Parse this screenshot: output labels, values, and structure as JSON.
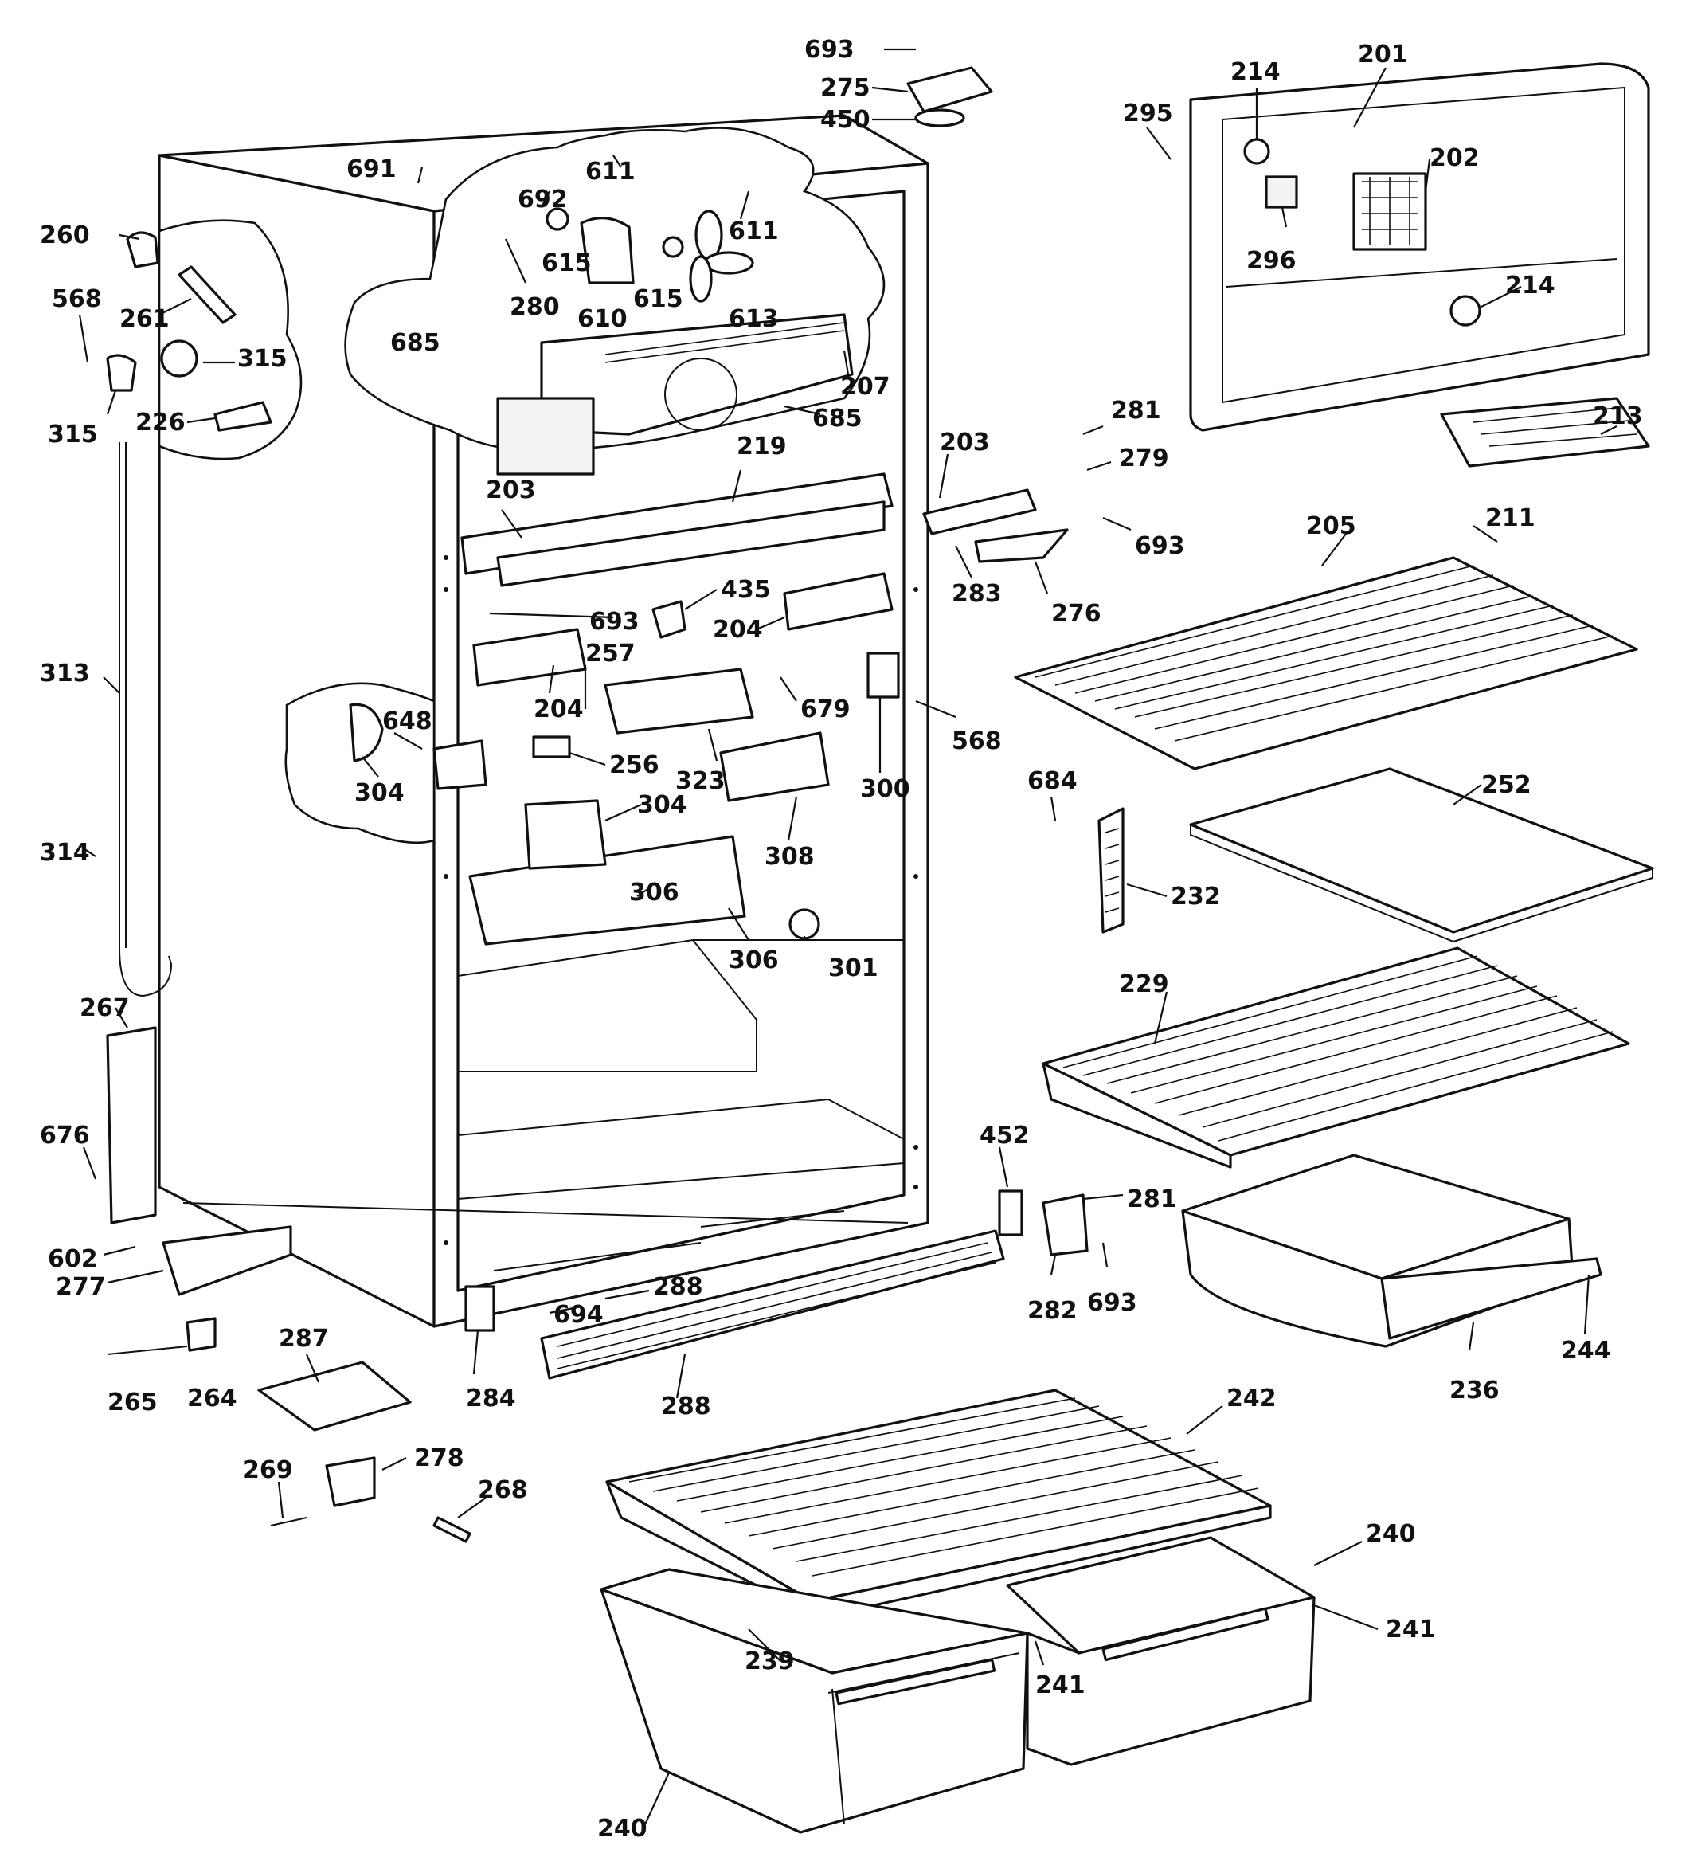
{
  "callouts": [
    {
      "id": "c693a",
      "text": "693"
    },
    {
      "id": "c275",
      "text": "275"
    },
    {
      "id": "c450",
      "text": "450"
    },
    {
      "id": "c214a",
      "text": "214"
    },
    {
      "id": "c201",
      "text": "201"
    },
    {
      "id": "c295",
      "text": "295"
    },
    {
      "id": "c202",
      "text": "202"
    },
    {
      "id": "c296",
      "text": "296"
    },
    {
      "id": "c214b",
      "text": "214"
    },
    {
      "id": "c213",
      "text": "213"
    },
    {
      "id": "c691",
      "text": "691"
    },
    {
      "id": "c692",
      "text": "692"
    },
    {
      "id": "c611a",
      "text": "611"
    },
    {
      "id": "c611b",
      "text": "611"
    },
    {
      "id": "c615a",
      "text": "615"
    },
    {
      "id": "c615b",
      "text": "615"
    },
    {
      "id": "c610",
      "text": "610"
    },
    {
      "id": "c613",
      "text": "613"
    },
    {
      "id": "c280",
      "text": "280"
    },
    {
      "id": "c685a",
      "text": "685"
    },
    {
      "id": "c207",
      "text": "207"
    },
    {
      "id": "c685b",
      "text": "685"
    },
    {
      "id": "c260",
      "text": "260"
    },
    {
      "id": "c261",
      "text": "261"
    },
    {
      "id": "c568a",
      "text": "568"
    },
    {
      "id": "c315a",
      "text": "315"
    },
    {
      "id": "c315b",
      "text": "315"
    },
    {
      "id": "c226",
      "text": "226"
    },
    {
      "id": "c281a",
      "text": "281"
    },
    {
      "id": "c279",
      "text": "279"
    },
    {
      "id": "c203a",
      "text": "203"
    },
    {
      "id": "c219",
      "text": "219"
    },
    {
      "id": "c203b",
      "text": "203"
    },
    {
      "id": "c693b",
      "text": "693"
    },
    {
      "id": "c205",
      "text": "205"
    },
    {
      "id": "c211",
      "text": "211"
    },
    {
      "id": "c283",
      "text": "283"
    },
    {
      "id": "c276",
      "text": "276"
    },
    {
      "id": "c435",
      "text": "435"
    },
    {
      "id": "c693c",
      "text": "693"
    },
    {
      "id": "c204a",
      "text": "204"
    },
    {
      "id": "c257",
      "text": "257"
    },
    {
      "id": "c313",
      "text": "313"
    },
    {
      "id": "c648",
      "text": "648"
    },
    {
      "id": "c204b",
      "text": "204"
    },
    {
      "id": "c679",
      "text": "679"
    },
    {
      "id": "c568b",
      "text": "568"
    },
    {
      "id": "c256",
      "text": "256"
    },
    {
      "id": "c323",
      "text": "323"
    },
    {
      "id": "c300",
      "text": "300"
    },
    {
      "id": "c684",
      "text": "684"
    },
    {
      "id": "c252",
      "text": "252"
    },
    {
      "id": "c304a",
      "text": "304"
    },
    {
      "id": "c304b",
      "text": "304"
    },
    {
      "id": "c308",
      "text": "308"
    },
    {
      "id": "c314",
      "text": "314"
    },
    {
      "id": "c232",
      "text": "232"
    },
    {
      "id": "c306a",
      "text": "306"
    },
    {
      "id": "c306b",
      "text": "306"
    },
    {
      "id": "c301",
      "text": "301"
    },
    {
      "id": "c229",
      "text": "229"
    },
    {
      "id": "c267",
      "text": "267"
    },
    {
      "id": "c676",
      "text": "676"
    },
    {
      "id": "c452",
      "text": "452"
    },
    {
      "id": "c281b",
      "text": "281"
    },
    {
      "id": "c602",
      "text": "602"
    },
    {
      "id": "c277",
      "text": "277"
    },
    {
      "id": "c288a",
      "text": "288"
    },
    {
      "id": "c694",
      "text": "694"
    },
    {
      "id": "c282",
      "text": "282"
    },
    {
      "id": "c693d",
      "text": "693"
    },
    {
      "id": "c244",
      "text": "244"
    },
    {
      "id": "c287",
      "text": "287"
    },
    {
      "id": "c265",
      "text": "265"
    },
    {
      "id": "c264",
      "text": "264"
    },
    {
      "id": "c284",
      "text": "284"
    },
    {
      "id": "c288b",
      "text": "288"
    },
    {
      "id": "c236",
      "text": "236"
    },
    {
      "id": "c242",
      "text": "242"
    },
    {
      "id": "c269",
      "text": "269"
    },
    {
      "id": "c278",
      "text": "278"
    },
    {
      "id": "c268",
      "text": "268"
    },
    {
      "id": "c240a",
      "text": "240"
    },
    {
      "id": "c241a",
      "text": "241"
    },
    {
      "id": "c239",
      "text": "239"
    },
    {
      "id": "c241b",
      "text": "241"
    },
    {
      "id": "c240b",
      "text": "240"
    }
  ]
}
